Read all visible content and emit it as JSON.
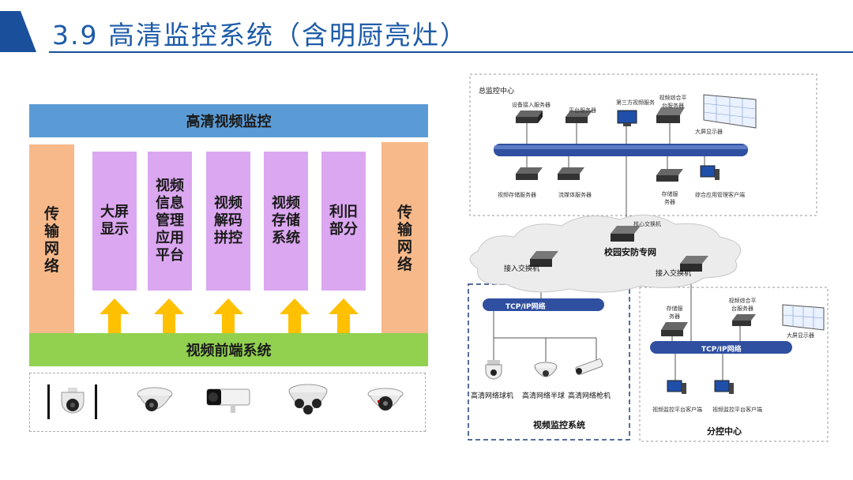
{
  "title": "3.9 高清监控系统（含明厨亮灶）",
  "left_diagram": {
    "top_band": "高清视频监控",
    "bottom_band": "视频前端系统",
    "side_left": "传输网络",
    "side_right": "传输网络",
    "modules": [
      "大屏显示",
      "视频信息管理应用平台",
      "视频解码拼控",
      "视频存储系统",
      "利旧部分"
    ],
    "cameras": [
      "speed-dome-camera",
      "turret-camera",
      "bullet-camera",
      "multi-sensor-camera",
      "ptz-mini-dome-camera"
    ]
  },
  "network_diagram": {
    "center_label": "总监控中心",
    "center_devices": {
      "access_server": "设备接入服务器",
      "platform_server": "平台服务器",
      "third_party": "第三方视频服务",
      "integrated_platform": "视频综合平台服务器",
      "video_wall": "大屏显示器",
      "record_server": "视频存储服务器",
      "streaming_server": "流媒体服务器",
      "storage_server": "存储服务器",
      "client": "综合应用管理客户端"
    },
    "core_switch": "核心交换机",
    "campus_network": "校园安防专网",
    "access_switch_left": "接入交换机",
    "access_switch_right": "接入交换机",
    "tcpip_left": "TCP/IP网络",
    "tcpip_right": "TCP/IP网络",
    "camera_labels": [
      "高清网络球机",
      "高清网络半球",
      "高清网络枪机"
    ],
    "video_system_label": "视频监控系统",
    "sub_center": {
      "label": "分控中心",
      "storage": "存储服务器",
      "platform": "视频综合平台服务器",
      "video_wall": "大屏显示器",
      "client1": "视频监控平台客户端",
      "client2": "视频监控平台客户端"
    }
  }
}
